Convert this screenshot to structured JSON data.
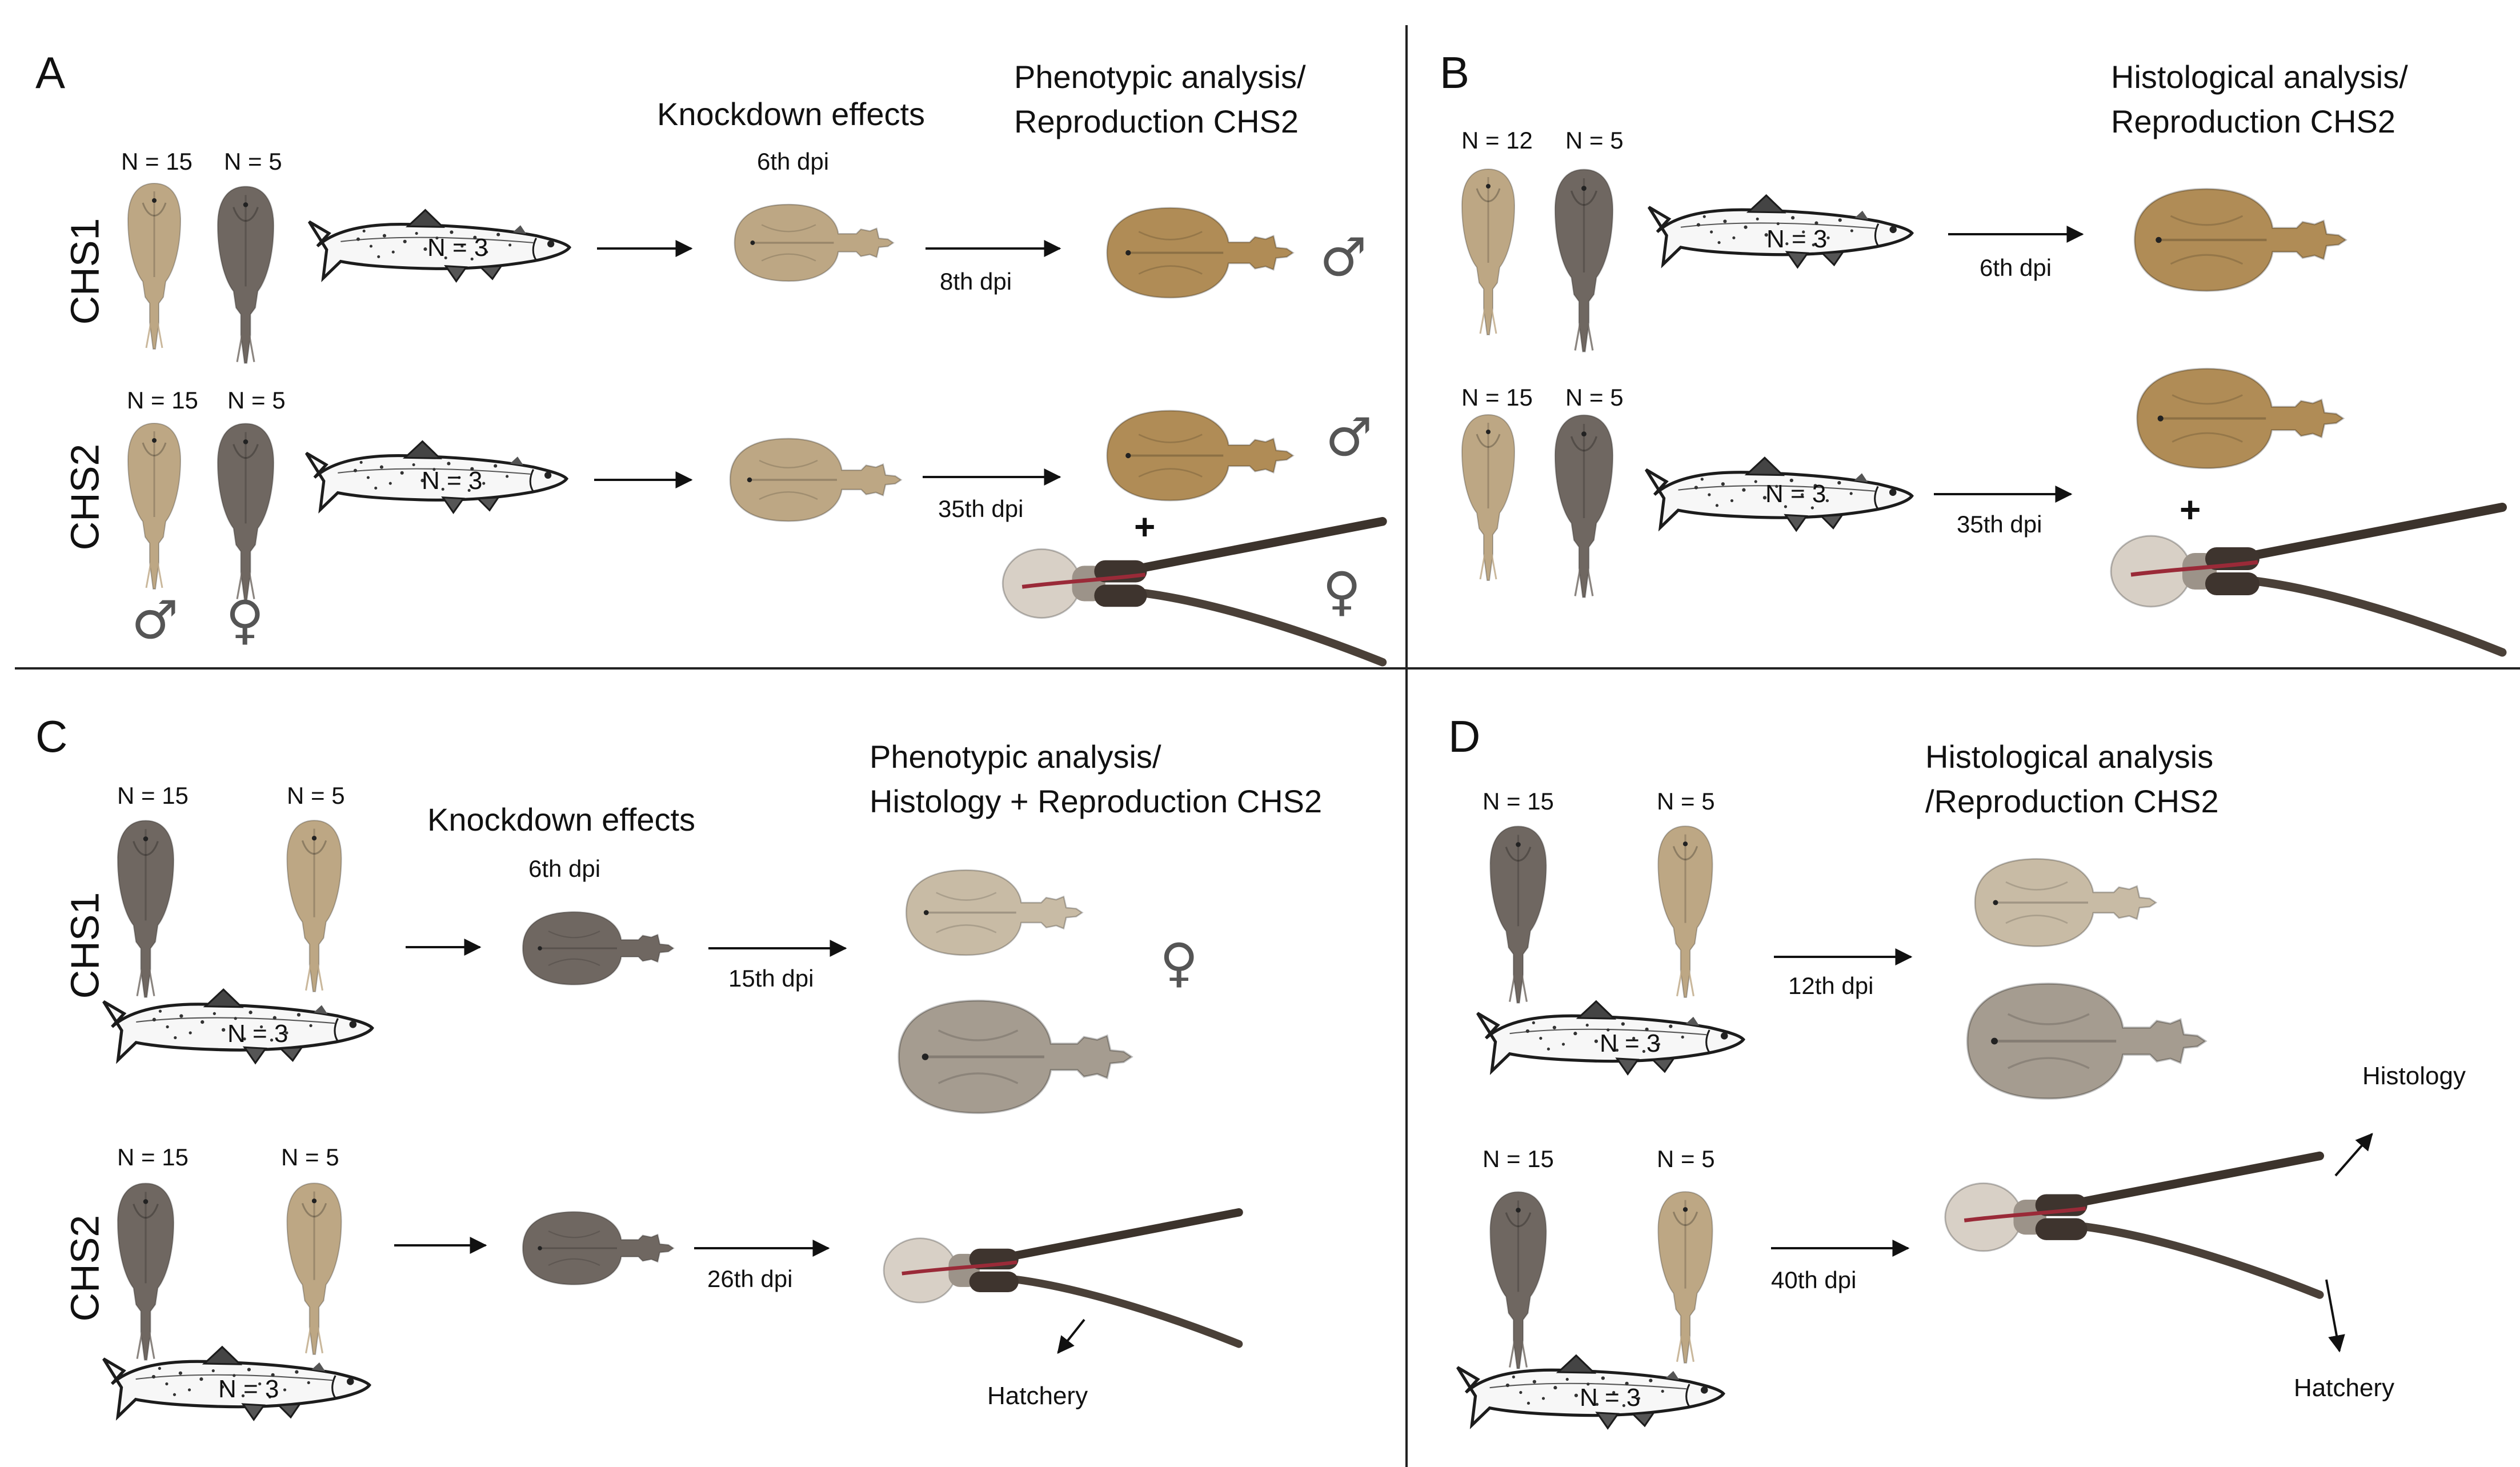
{
  "colors": {
    "female_louse": "#b8a07c",
    "male_louse": "#716860",
    "adult_male": "#b08c56",
    "egg_string": "#3c332c",
    "gut": "#9a2a38",
    "divider": "#222222"
  },
  "icons": [
    "salmon-icon",
    "louse-icon",
    "arrow-icon",
    "male-symbol",
    "female-symbol"
  ],
  "panels": {
    "A": {
      "letter": "A",
      "row1": {
        "gene": "CHS1",
        "n_left": "N = 15",
        "n_right": "N = 5",
        "fish_n": "N = 3",
        "timepoint": "6th dpi",
        "dpi": "8th dpi",
        "sex": "♂"
      },
      "row2": {
        "gene": "CHS2",
        "n_left": "N = 15",
        "n_right": "N = 5",
        "fish_n": "N = 3",
        "dpi": "35th dpi",
        "plus": "+",
        "sex_male": "♂",
        "sex_female": "♀"
      },
      "heading_mid": "Knockdown effects",
      "heading_right_1": "Phenotypic analysis/",
      "heading_right_2": "Reproduction CHS2",
      "legend_male": "♂",
      "legend_female": "♀"
    },
    "B": {
      "letter": "B",
      "heading_1": "Histological analysis/",
      "heading_2": "Reproduction CHS2",
      "row1": {
        "n_left": "N = 12",
        "n_right": "N = 5",
        "fish_n": "N = 3",
        "dpi": "6th dpi"
      },
      "row2": {
        "n_left": "N = 15",
        "n_right": "N = 5",
        "fish_n": "N = 3",
        "dpi": "35th dpi",
        "plus": "+"
      }
    },
    "C": {
      "letter": "C",
      "heading_mid": "Knockdown effects",
      "heading_right_1": "Phenotypic analysis/",
      "heading_right_2": "Histology + Reproduction CHS2",
      "row1": {
        "gene": "CHS1",
        "n_left": "N = 15",
        "n_right": "N = 5",
        "fish_n": "N = 3",
        "timepoint": "6th dpi",
        "dpi": "15th dpi",
        "sex": "♀"
      },
      "row2": {
        "gene": "CHS2",
        "n_left": "N = 15",
        "n_right": "N = 5",
        "fish_n": "N = 3",
        "dpi": "26th dpi",
        "dest": "Hatchery"
      }
    },
    "D": {
      "letter": "D",
      "heading_1": "Histological analysis",
      "heading_2": "/Reproduction CHS2",
      "row1": {
        "n_left": "N = 15",
        "n_right": "N = 5",
        "fish_n": "N = 3",
        "dpi": "12th dpi"
      },
      "row2": {
        "n_left": "N = 15",
        "n_right": "N = 5",
        "fish_n": "N = 3",
        "dpi": "40th dpi",
        "dest_up": "Histology",
        "dest_down": "Hatchery"
      }
    }
  }
}
